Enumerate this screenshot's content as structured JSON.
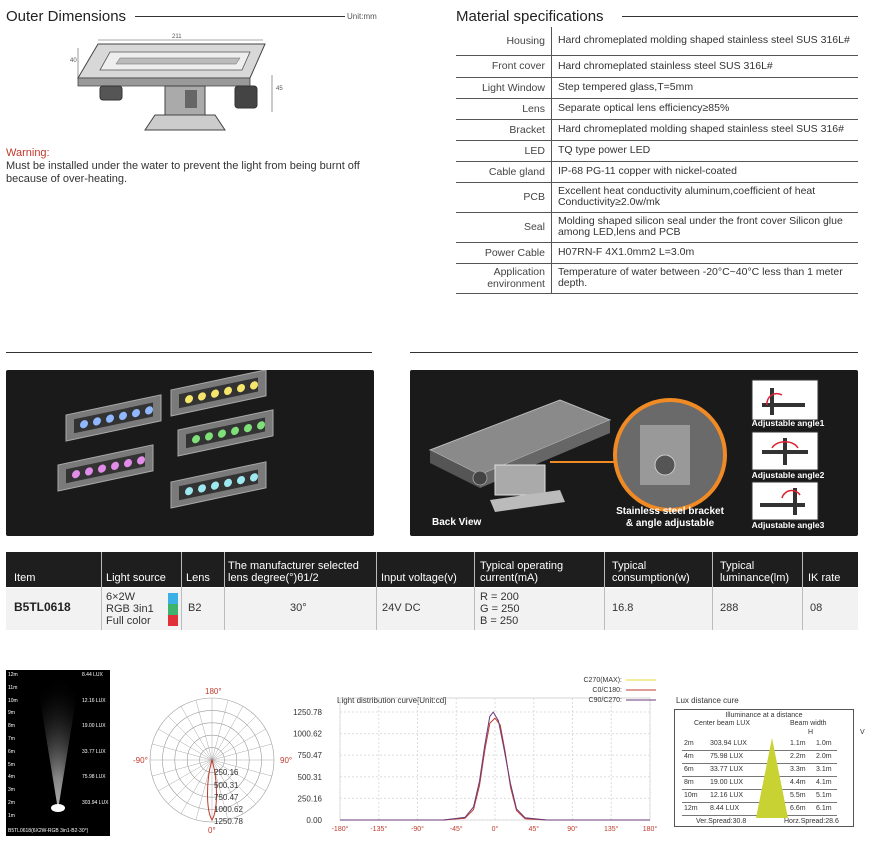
{
  "outer": {
    "title": "Outer Dimensions",
    "unit": "Unit:mm",
    "dims": {
      "length": "211",
      "width": "40",
      "height": "45"
    },
    "warning_title": "Warning:",
    "warning_text": "Must be installed under the water to prevent the light from being burnt off because of over-heating."
  },
  "material": {
    "title": "Material specifications",
    "rows": [
      {
        "k": "Housing",
        "v": "Hard chromeplated molding shaped stainless steel SUS 316L#"
      },
      {
        "k": "Front cover",
        "v": "Hard chromeplated stainless steel SUS 316L#"
      },
      {
        "k": "Light Window",
        "v": "Step tempered glass,T=5mm"
      },
      {
        "k": "Lens",
        "v": "Separate optical lens efficiency≥85%"
      },
      {
        "k": "Bracket",
        "v": "Hard chromeplated molding shaped stainless steel SUS 316#"
      },
      {
        "k": "LED",
        "v": "TQ type power LED"
      },
      {
        "k": "Cable gland",
        "v": "IP-68 PG-11 copper with nickel-coated"
      },
      {
        "k": "PCB",
        "v": "Excellent heat conductivity aluminum,coefficient of heat Conductivity≥2.0w/mk"
      },
      {
        "k": "Seal",
        "v": "Molding shaped silicon seal under the front cover Silicon glue among LED,lens and PCB"
      },
      {
        "k": "Power Cable",
        "v": "H07RN-F 4X1.0mm2 L=3.0m"
      },
      {
        "k": "Application environment",
        "v": "Temperature of water between -20°C~40°C less than 1 meter depth."
      }
    ]
  },
  "photos": {
    "back_view": "Back View",
    "bracket_caption_1": "Stainless steel bracket",
    "bracket_caption_2": "& angle adjustable",
    "angle1": "Adjustable angle1",
    "angle2": "Adjustable angle2",
    "angle3": "Adjustable angle3"
  },
  "product": {
    "headers": [
      "Item",
      "Light source",
      "Lens",
      "The manufacturer selected lens degree(°)θ1/2",
      "Input voltage(v)",
      "Typical operating current(mA)",
      "Typical consumption(w)",
      "Typical luminance(lm)",
      "IK rate"
    ],
    "item": "B5TL0618",
    "light_source": [
      "6×2W",
      "RGB 3in1",
      "Full color"
    ],
    "swatch_colors": [
      "#3ab0e6",
      "#3db36b",
      "#e0303a"
    ],
    "lens": "B2",
    "degree": "30°",
    "voltage": "24V DC",
    "current": [
      "R = 200",
      "G = 250",
      "B = 250"
    ],
    "consumption": "16.8",
    "luminance": "288",
    "ik": "08"
  },
  "beam_image": {
    "levels": [
      {
        "m": "12m",
        "lux": "8.44 LUX"
      },
      {
        "m": "11m",
        "lux": ""
      },
      {
        "m": "10m",
        "lux": "12.16 LUX"
      },
      {
        "m": "9m",
        "lux": ""
      },
      {
        "m": "8m",
        "lux": "19.00 LUX"
      },
      {
        "m": "7m",
        "lux": ""
      },
      {
        "m": "6m",
        "lux": "33.77 LUX"
      },
      {
        "m": "5m",
        "lux": ""
      },
      {
        "m": "4m",
        "lux": "75.98 LUX"
      },
      {
        "m": "3m",
        "lux": ""
      },
      {
        "m": "2m",
        "lux": "303.94 LUX"
      },
      {
        "m": "1m",
        "lux": ""
      }
    ],
    "caption": "B5TL0618(6X2W-RGB 3in1-B2-30°)"
  },
  "polar": {
    "top": "180°",
    "bottom": "0°",
    "left": "-90°",
    "right": "90°",
    "rings": [
      "250.16",
      "500.31",
      "750.47",
      "1000.62",
      "1250.78"
    ]
  },
  "chart_data": {
    "type": "line",
    "title": "Light distribution curve[Unit:cd]",
    "x": [
      -180,
      -135,
      -90,
      -45,
      0,
      45,
      90,
      135,
      180
    ],
    "x_tick_labels": [
      "-180°",
      "-135°",
      "-90°",
      "-45°",
      "0°",
      "45°",
      "90°",
      "135°",
      "180°"
    ],
    "y_tick_labels": [
      "0.00",
      "250.16",
      "500.31",
      "750.47",
      "1000.62",
      "1250.78"
    ],
    "ylim": [
      0,
      1250.78
    ],
    "legend": [
      "C270(MAX):",
      "C0/C180:",
      "C90/C270:"
    ],
    "legend_colors": [
      "#e6dc3a",
      "#c0392b",
      "#6a3a7a"
    ],
    "series": [
      {
        "name": "C0/C180:",
        "points": [
          [
            -180,
            0
          ],
          [
            -60,
            0
          ],
          [
            -35,
            20
          ],
          [
            -25,
            120
          ],
          [
            -18,
            400
          ],
          [
            -12,
            800
          ],
          [
            -6,
            1120
          ],
          [
            0,
            1180
          ],
          [
            6,
            1100
          ],
          [
            12,
            780
          ],
          [
            18,
            380
          ],
          [
            25,
            110
          ],
          [
            35,
            15
          ],
          [
            60,
            0
          ],
          [
            180,
            0
          ]
        ]
      },
      {
        "name": "C90/C270:",
        "points": [
          [
            -180,
            0
          ],
          [
            -60,
            0
          ],
          [
            -35,
            30
          ],
          [
            -25,
            150
          ],
          [
            -18,
            450
          ],
          [
            -12,
            860
          ],
          [
            -6,
            1200
          ],
          [
            -2,
            1250
          ],
          [
            4,
            1150
          ],
          [
            10,
            850
          ],
          [
            18,
            420
          ],
          [
            25,
            130
          ],
          [
            35,
            25
          ],
          [
            60,
            0
          ],
          [
            180,
            0
          ]
        ]
      }
    ]
  },
  "lux": {
    "title": "Lux distance cure",
    "table_title": "Illuminance at a distance",
    "col_center": "Center beam LUX",
    "col_beam": "Beam width",
    "col_h": "H",
    "col_v": "V",
    "rows": [
      {
        "d": "2m",
        "lux": "303.94 LUX",
        "h": "1.1m",
        "v": "1.0m"
      },
      {
        "d": "4m",
        "lux": "75.98 LUX",
        "h": "2.2m",
        "v": "2.0m"
      },
      {
        "d": "6m",
        "lux": "33.77 LUX",
        "h": "3.3m",
        "v": "3.1m"
      },
      {
        "d": "8m",
        "lux": "19.00 LUX",
        "h": "4.4m",
        "v": "4.1m"
      },
      {
        "d": "10m",
        "lux": "12.16 LUX",
        "h": "5.5m",
        "v": "5.1m"
      },
      {
        "d": "12m",
        "lux": "8.44 LUX",
        "h": "6.6m",
        "v": "6.1m"
      }
    ],
    "ver_spread": "Ver.Spread:30.8",
    "hor_spread": "Horz.Spread:28.6"
  }
}
